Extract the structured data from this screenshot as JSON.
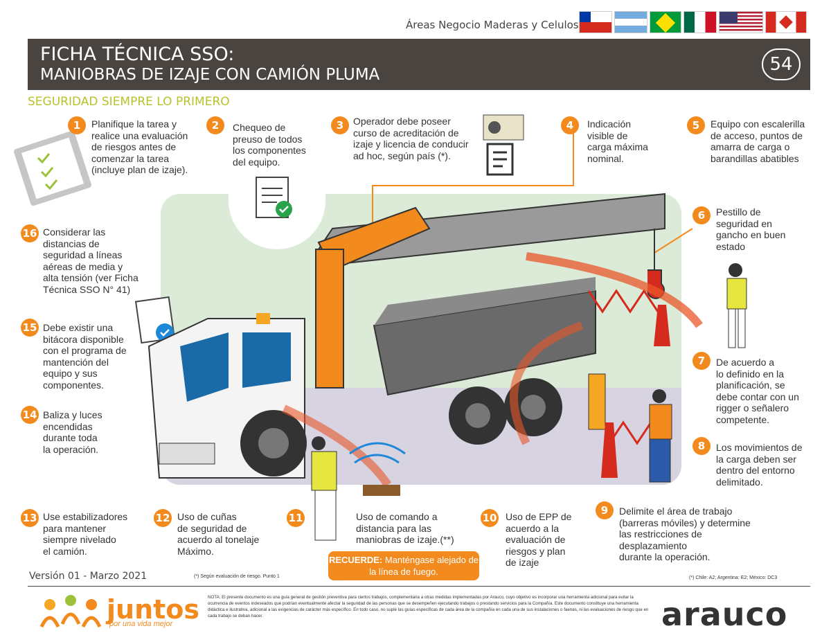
{
  "header_top": {
    "areas": "Áreas Negocio Maderas y Celulosa"
  },
  "title": {
    "line1": "FICHA TÉCNICA SSO:",
    "line2": "MANIOBRAS DE IZAJE CON CAMIÓN PLUMA",
    "number": "54"
  },
  "subtitle": "SEGURIDAD SIEMPRE LO PRIMERO",
  "items": [
    {
      "n": "1",
      "text": "Planifique la tarea y\nrealice una evaluación\nde riesgos antes de\ncomenzar la tarea\n(incluye plan de izaje)."
    },
    {
      "n": "2",
      "text": "Chequeo de\npreuso de todos\nlos componentes\ndel equipo."
    },
    {
      "n": "3",
      "text": "Operador debe poseer\ncurso de acreditación de\nizaje y licencia de conducir\nad hoc, según país (*)."
    },
    {
      "n": "4",
      "text": "Indicación\nvisible de\ncarga máxima\nnominal."
    },
    {
      "n": "5",
      "text": "Equipo con escalerilla\nde acceso, puntos de\namarra de carga o\nbarandillas abatibles"
    },
    {
      "n": "6",
      "text": "Pestillo de\nseguridad en\ngancho en buen\nestado"
    },
    {
      "n": "7",
      "text": "De acuerdo a\nlo definido en la\nplanificación, se\ndebe contar con un\nrigger o señalero\ncompetente."
    },
    {
      "n": "8",
      "text": "Los movimientos de\nla carga deben ser\ndentro del entorno\ndelimitado."
    },
    {
      "n": "9",
      "text": "Delimite el área de trabajo\n(barreras móviles) y determine\nlas restricciones de\ndesplazamiento\ndurante la operación."
    },
    {
      "n": "10",
      "text": "Uso de EPP de\nacuerdo a la\nevaluación de\nriesgos y plan\nde izaje"
    },
    {
      "n": "11",
      "text": "Uso de comando a\ndistancia para las\nmaniobras de izaje.(**)"
    },
    {
      "n": "12",
      "text": "Uso de cuñas\nde seguridad de\nacuerdo al tonelaje\nMáximo."
    },
    {
      "n": "13",
      "text": "Use estabilizadores\npara mantener\nsiempre nivelado\nel camión."
    },
    {
      "n": "14",
      "text": "Baliza y luces\nencendidas\ndurante toda\nla operación."
    },
    {
      "n": "15",
      "text": "Debe existir una\nbitácora disponible\ncon el programa de\nmantención del\nequipo y sus\ncomponentes."
    },
    {
      "n": "16",
      "text": "Considerar las\ndistancias de\nseguridad a líneas\naéreas de media y\nalta tensión (ver Ficha\nTécnica SSO N° 41)"
    }
  ],
  "recuerde": {
    "label": "RECUERDE:",
    "text": " Manténgase alejado de la línea de fuego."
  },
  "footer": {
    "version": "Versión 01 - Marzo 2021",
    "footnote1": "(*) Según evaluación de riesgo. Punto 1",
    "footnote2": "(*) Chile: A2; Argentina: E2; México: DC3",
    "note": "NOTA: El presente documento es una guía general de gestión preventiva para ciertos trabajos, complementaria a otras medidas implementadas por Arauco, cuyo objetivo es incorporar una herramienta adicional para evitar la ocurrencia de eventos indeseados que podrían eventualmente afectar la seguridad de las personas que se desempeñen ejecutando trabajos o prestando servicios para la Compañía. Este documento constituye una herramienta didáctica e ilustrativa, adicional a las exigencias de carácter más específico. En todo caso, no suple las guías específicas de cada área de la compañía en cada una de sus instalaciones o faenas, ni las evaluaciones de riesgo que en cada trabajo se deban hacer.",
    "juntos": "juntos",
    "juntos_sub": "por una vida mejor",
    "arauco": "arauco"
  },
  "colors": {
    "orange": "#f28a1e",
    "header_bg": "#4a4440",
    "lime": "#b8c22a"
  }
}
